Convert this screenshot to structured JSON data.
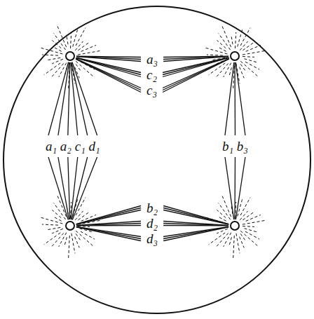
{
  "diagram": {
    "labels": [
      "a₃",
      "c₂",
      "c₃",
      "a₁ a₂ c₁ d₁",
      "b₁ b₃",
      "b₂",
      "d₂",
      "d₃"
    ]
  }
}
